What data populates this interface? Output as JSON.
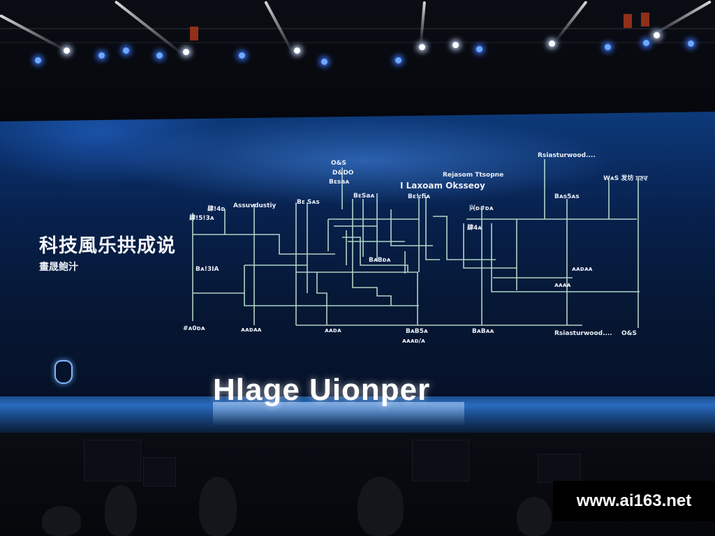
{
  "screen": {
    "title": "科技風乐拱成说",
    "subtitle": "畫晟鲍汁 ",
    "diagram_labels": [
      "Rsiasturwood....",
      "O&S",
      "D&DO",
      "Bᴇsaᴀ",
      "Rsiasturwood....",
      "Rejasom Ttsopne",
      "I Laxoam Oksseoy",
      "Assuvdustiy",
      "Bᴇ Sᴀs",
      "BᴇSaᴀ",
      "Bᴇ!:fiᴀ",
      "WᴀS 发坊 ਬਣਵ",
      "肆!4ᴅ",
      "肆!5!3ᴀ",
      "兴ᴅ#ᴅᴀ",
      "肆4ᴀ",
      "Bᴀs5ᴀs",
      "BᴀBᴅᴀ",
      "Bᴀ!3IA",
      "ᴀᴀᴅᴀᴀ",
      "ᴀᴀᴀᴀ",
      "#ᴀ0ᴅᴀ",
      "ᴀᴀᴅᴀᴀ",
      "ᴀᴀᴅᴀ",
      "BᴀB5ᴀ",
      "ᴀᴀᴀᴅ/ᴀ",
      "BᴀBᴀᴀ"
    ]
  },
  "stage_sign": "Hlage Uionper",
  "watermark": "www.ai163.net"
}
